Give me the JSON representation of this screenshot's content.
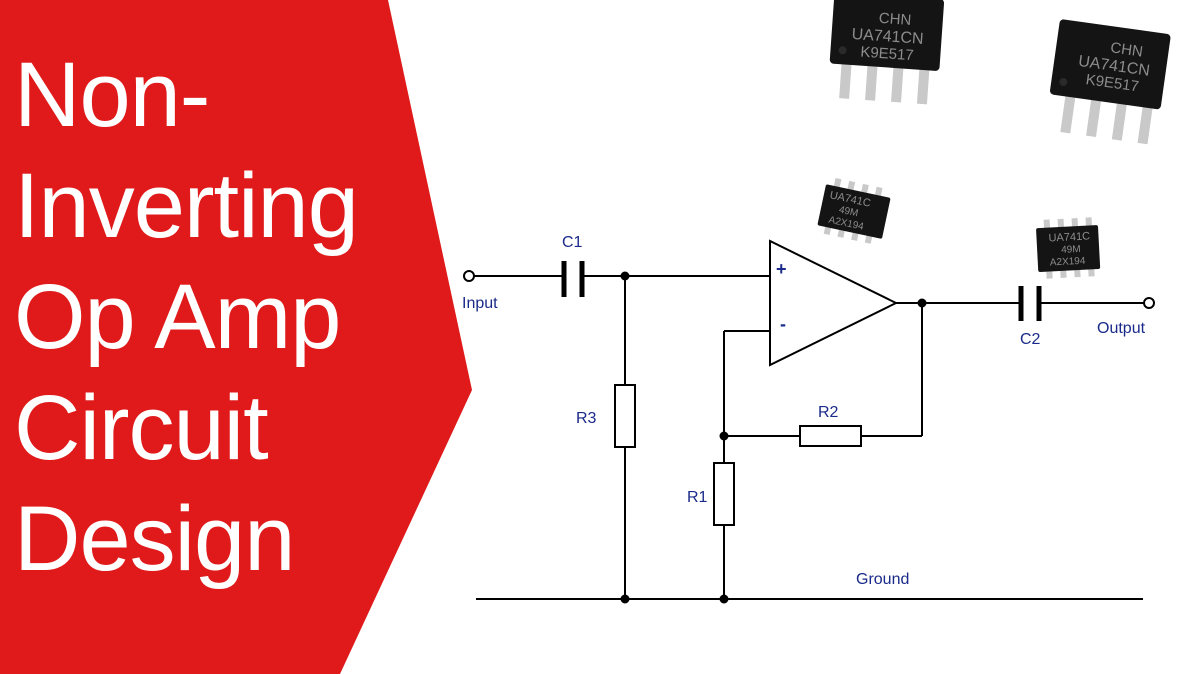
{
  "title": {
    "lines": [
      "Non-",
      "Inverting",
      "Op Amp",
      "Circuit",
      "Design"
    ]
  },
  "colors": {
    "banner": "#e01a1a",
    "wire": "#000000",
    "label": "#1a2a8a",
    "chip": "#141414",
    "chip_pins": "#c9c9c9"
  },
  "schematic": {
    "labels": {
      "input": "Input",
      "output": "Output",
      "c1": "C1",
      "c2": "C2",
      "r1": "R1",
      "r2": "R2",
      "r3": "R3",
      "ground": "Ground"
    },
    "opamp": {
      "plus": "+",
      "minus": "-"
    }
  },
  "chips": {
    "dip_left": {
      "line1": "CHN",
      "line2": "UA741CN",
      "line3": "K9E517"
    },
    "dip_right": {
      "line1": "CHN",
      "line2": "UA741CN",
      "line3": "K9E517"
    },
    "soic_top": {
      "line1": "UA741C",
      "line2": "49M",
      "line3": "A2X194"
    },
    "soic_right": {
      "line1": "UA741C",
      "line2": "49M",
      "line3": "A2X194"
    }
  }
}
